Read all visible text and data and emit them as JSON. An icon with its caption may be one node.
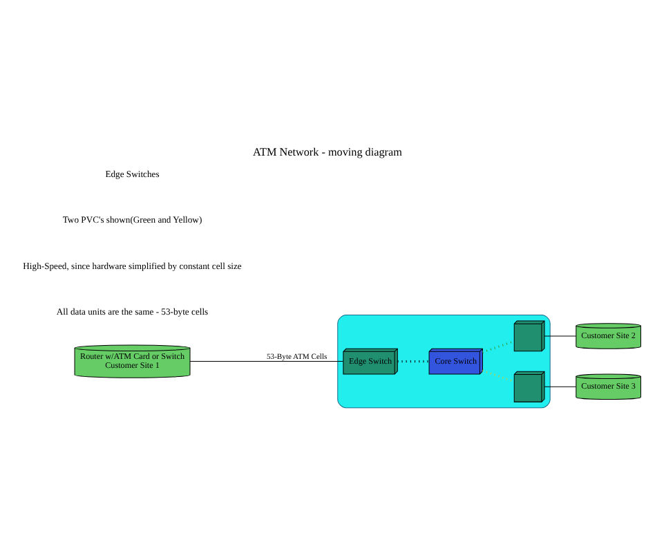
{
  "diagram": {
    "title": "ATM Network - moving diagram",
    "nodes": [
      {
        "text": [],
        "shape": "cloud"
      },
      {
        "text": [
          "Router w/ATM Card or Switch",
          "Customer Site 1"
        ]
      },
      {
        "text": [
          "Edge Switch"
        ],
        "in": 0
      },
      {
        "text": [
          "Core Switch"
        ],
        "in": 0
      },
      {
        "text": [],
        "shape": "box",
        "in": 0
      },
      {
        "text": [],
        "shape": "box",
        "in": 0
      },
      {
        "text": [
          "Customer Site 2"
        ]
      },
      {
        "text": [
          "Customer Site 3"
        ]
      }
    ],
    "edges": [
      {
        "from": 1,
        "to": 2,
        "arrow": "none",
        "label": "53-Byte ATM Cells"
      },
      {
        "from": 2,
        "to": 3,
        "arrow": "none",
        "style": "dashed"
      },
      {
        "from": 3,
        "to": 4,
        "arrow": "none",
        "style": "dashed",
        "color": "#339933"
      },
      {
        "from": 3,
        "to": 5,
        "arrow": "none",
        "style": "dashed",
        "color": "#cccc33"
      },
      {
        "from": 4,
        "to": 6,
        "arrow": "none"
      },
      {
        "from": 5,
        "to": 7,
        "arrow": "none"
      }
    ],
    "labels": [
      "All data units are the same - 53-byte cells",
      "High-Speed, since hardware simplified by constant cell size",
      "Two PVC's shown(Green and Yellow)",
      "Edge Switches"
    ]
  }
}
